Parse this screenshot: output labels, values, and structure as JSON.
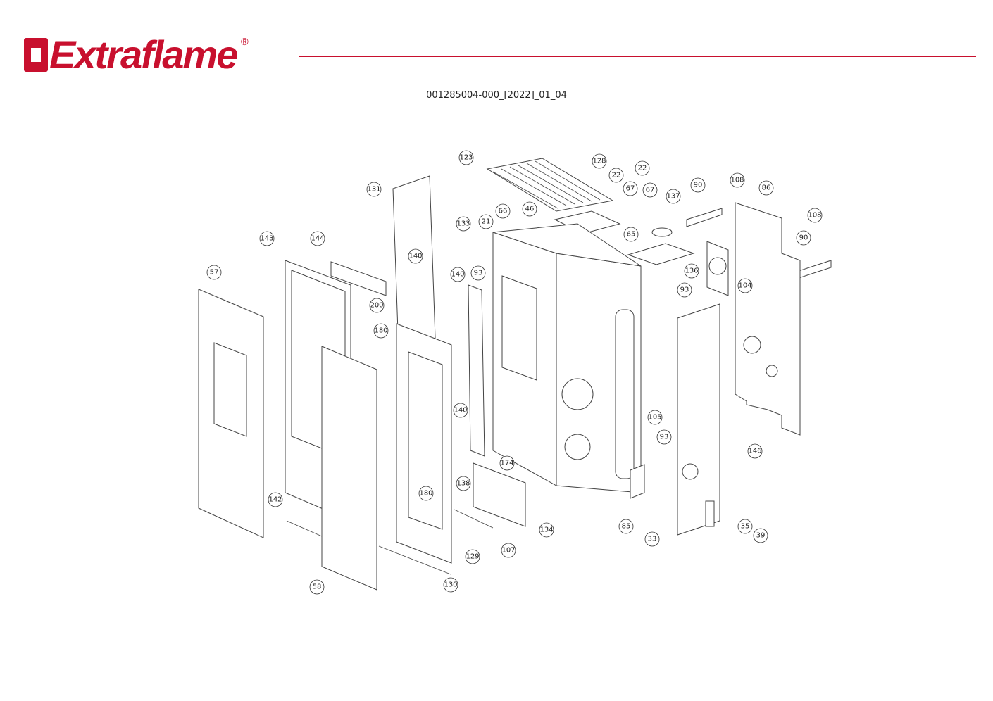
{
  "header": {
    "brand": "Extraflame",
    "registered": "®",
    "document_code": "001285004-000_[2022]_01_04"
  },
  "colors": {
    "brand_red": "#c8102e"
  },
  "callouts": [
    "123",
    "128",
    "22",
    "22",
    "67",
    "67",
    "137",
    "90",
    "108",
    "86",
    "108",
    "90",
    "131",
    "66",
    "46",
    "65",
    "133",
    "21",
    "143",
    "144",
    "140",
    "140",
    "93",
    "136",
    "93",
    "104",
    "57",
    "200",
    "180",
    "140",
    "105",
    "93",
    "146",
    "174",
    "138",
    "180",
    "142",
    "134",
    "85",
    "35",
    "39",
    "33",
    "107",
    "129",
    "130",
    "58"
  ]
}
